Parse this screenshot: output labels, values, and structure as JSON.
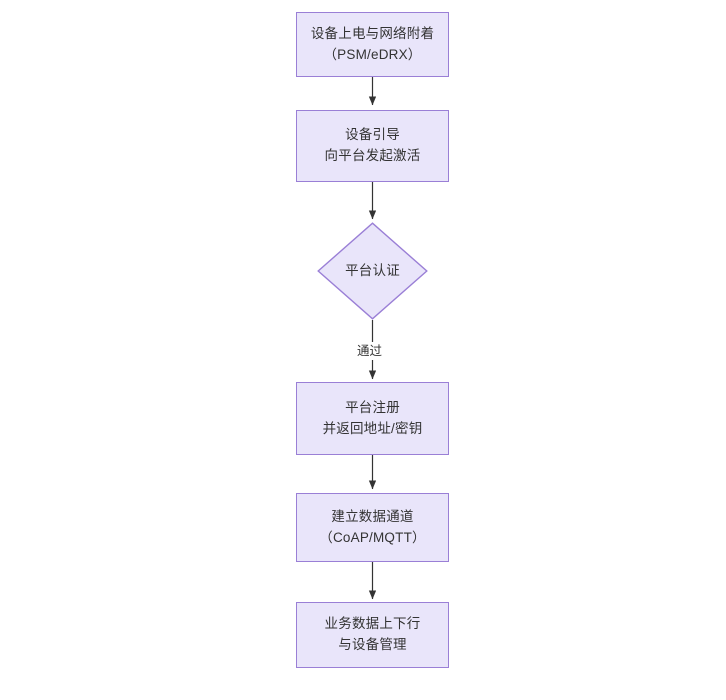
{
  "diagram": {
    "type": "flowchart",
    "orientation": "top-to-bottom",
    "title": "",
    "theme": {
      "node_fill": "#e9e5fa",
      "node_border": "#9a7fd6",
      "node_text": "#333333",
      "edge_stroke": "#333333",
      "edge_label_bg": "#ffffff",
      "canvas_bg": "#ffffff"
    },
    "nodes": [
      {
        "id": "n1",
        "shape": "rect",
        "line1": "设备上电与网络附着",
        "line2": "（PSM/eDRX）"
      },
      {
        "id": "n2",
        "shape": "rect",
        "line1": "设备引导",
        "line2": "向平台发起激活"
      },
      {
        "id": "n3",
        "shape": "diamond",
        "line1": "平台认证",
        "line2": ""
      },
      {
        "id": "n4",
        "shape": "rect",
        "line1": "平台注册",
        "line2": "并返回地址/密钥"
      },
      {
        "id": "n5",
        "shape": "rect",
        "line1": "建立数据通道",
        "line2": "（CoAP/MQTT）"
      },
      {
        "id": "n6",
        "shape": "rect",
        "line1": "业务数据上下行",
        "line2": "与设备管理"
      }
    ],
    "edges": [
      {
        "id": "e1",
        "from": "n1",
        "to": "n2",
        "label": ""
      },
      {
        "id": "e2",
        "from": "n2",
        "to": "n3",
        "label": ""
      },
      {
        "id": "e3",
        "from": "n3",
        "to": "n4",
        "label": "通过"
      },
      {
        "id": "e4",
        "from": "n4",
        "to": "n5",
        "label": ""
      },
      {
        "id": "e5",
        "from": "n5",
        "to": "n6",
        "label": ""
      }
    ]
  }
}
